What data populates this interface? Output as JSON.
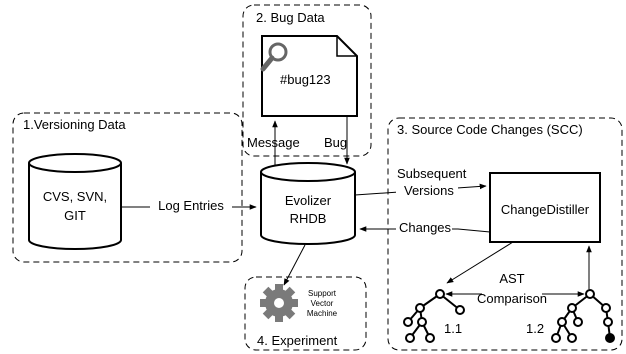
{
  "groups": {
    "versioning": "1.Versioning Data",
    "bug_data": "2. Bug Data",
    "scc": "3. Source Code Changes (SCC)",
    "experiment": "4. Experiment"
  },
  "nodes": {
    "vcs": [
      "CVS, SVN,",
      "GIT"
    ],
    "rhdb": [
      "Evolizer",
      "RHDB"
    ],
    "bug_doc": "#bug123",
    "distiller": "ChangeDistiller",
    "svm": [
      "Support",
      "Vector",
      "Machine"
    ]
  },
  "edges": {
    "log_entries": "Log Entries",
    "message": "Message",
    "bug": "Bug",
    "subsequent_versions": [
      "Subsequent",
      "Versions"
    ],
    "changes": "Changes",
    "ast_comparison": [
      "AST",
      "Comparison"
    ]
  },
  "trees": {
    "left_label": "1.1",
    "right_label": "1.2"
  },
  "icons": [
    "magnifier-icon",
    "gear-icon",
    "document-icon",
    "database-icon"
  ]
}
